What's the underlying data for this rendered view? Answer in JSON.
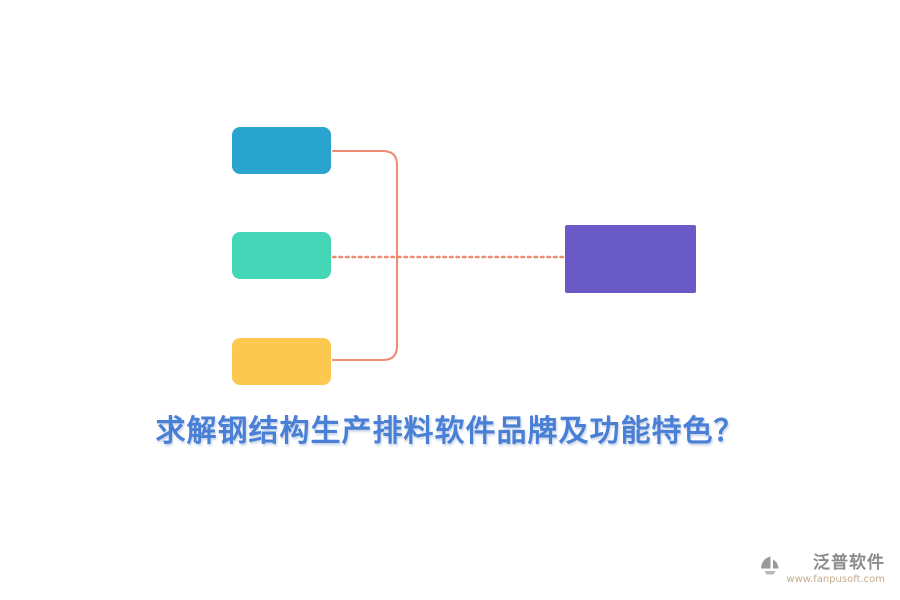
{
  "title": "求解钢结构生产排料软件品牌及功能特色？",
  "title_color": "#4a7fd6",
  "diagram": {
    "nodes": {
      "top": {
        "name": "blue-node",
        "color": "#29a4ce"
      },
      "middle": {
        "name": "teal-node",
        "color": "#45d6b8"
      },
      "bottom": {
        "name": "yellow-node",
        "color": "#fcc850"
      },
      "right": {
        "name": "purple-node",
        "color": "#6a5ac8"
      }
    },
    "connector_color": "#ec8a72"
  },
  "footer": {
    "brand": "泛普软件",
    "url": "www.fanpusoft.com",
    "icon_color": "#9a9a9a"
  }
}
